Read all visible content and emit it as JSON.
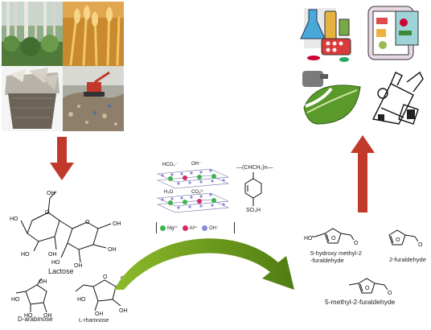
{
  "biomass_photos": [
    {
      "icon": "forest-photo"
    },
    {
      "icon": "wheat-photo"
    },
    {
      "icon": "paper-waste-photo"
    },
    {
      "icon": "landfill-photo"
    }
  ],
  "applications": [
    {
      "icon": "pharmaceuticals-icon"
    },
    {
      "icon": "food-fridge-icon"
    },
    {
      "icon": "biofuel-pump-leaf-icon"
    },
    {
      "icon": "chemical-industry-icon"
    }
  ],
  "catalyst": {
    "ldh_labels": {
      "hco2": "HCO₂⁻",
      "oh": "OH⁻",
      "h2o": "H₂O",
      "co3": "CO₃²⁻"
    },
    "legend": [
      {
        "label": "Mg²⁺",
        "color": "#3bb54a"
      },
      {
        "label": "Al³⁺",
        "color": "#d42a6a"
      },
      {
        "label": "OH⁻",
        "color": "#8a8ad8"
      }
    ],
    "polymer_formula": "—(CHCH₂)n—",
    "sulfonic_group": "SO₃H"
  },
  "substrates": {
    "lactose": "Lactose",
    "arabinose": "D-arabinose",
    "rhamnose": "L-rhamnose"
  },
  "products": {
    "hmf": "5-hydroxy methyl-2\n-furaldehyde",
    "furfural": "2-furaldehyde",
    "mmf": "5-methyl-2-furaldehyde"
  },
  "colors": {
    "down_arrow": "#c0392b",
    "up_arrow": "#c0392b",
    "curve_arrow": "#6e9a1c"
  }
}
